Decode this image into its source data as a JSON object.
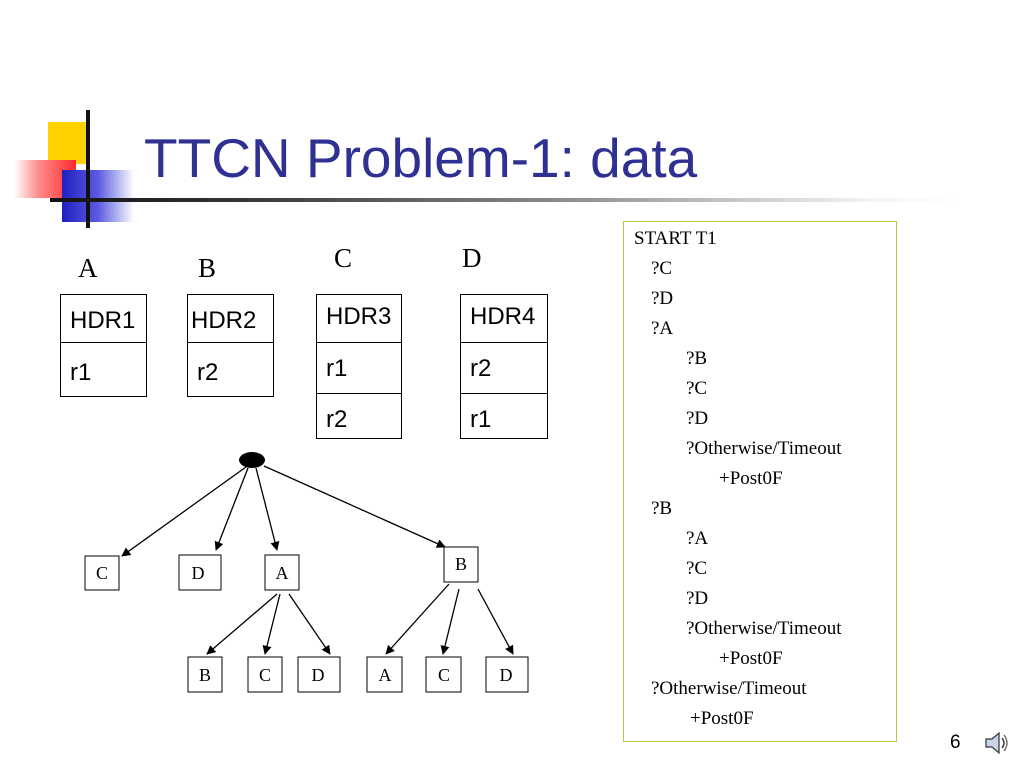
{
  "slide": {
    "title": "TTCN Problem-1: data",
    "page_number": "6"
  },
  "records": [
    {
      "label": "A",
      "fields": [
        "HDR1",
        "r1"
      ]
    },
    {
      "label": "B",
      "fields": [
        "HDR2",
        "r2"
      ]
    },
    {
      "label": "C",
      "fields": [
        "HDR3",
        "r1",
        "r2"
      ]
    },
    {
      "label": "D",
      "fields": [
        "HDR4",
        "r2",
        "r1"
      ]
    }
  ],
  "tree": {
    "level1": [
      "C",
      "D",
      "A",
      "B"
    ],
    "a_children": [
      "B",
      "C",
      "D"
    ],
    "b_children": [
      "A",
      "C",
      "D"
    ]
  },
  "code_lines": [
    "START  T1",
    "?C",
    "?D",
    "?A",
    "?B",
    "?C",
    "?D",
    "?Otherwise/Timeout",
    "+Post0F",
    "?B",
    "?A",
    "?C",
    "?D",
    "?Otherwise/Timeout",
    "+Post0F",
    "?Otherwise/Timeout",
    "+Post0F"
  ],
  "icons": {
    "speaker": "speaker-icon"
  },
  "colors": {
    "title": "#2e3192",
    "code_border": "#a9c94b"
  }
}
